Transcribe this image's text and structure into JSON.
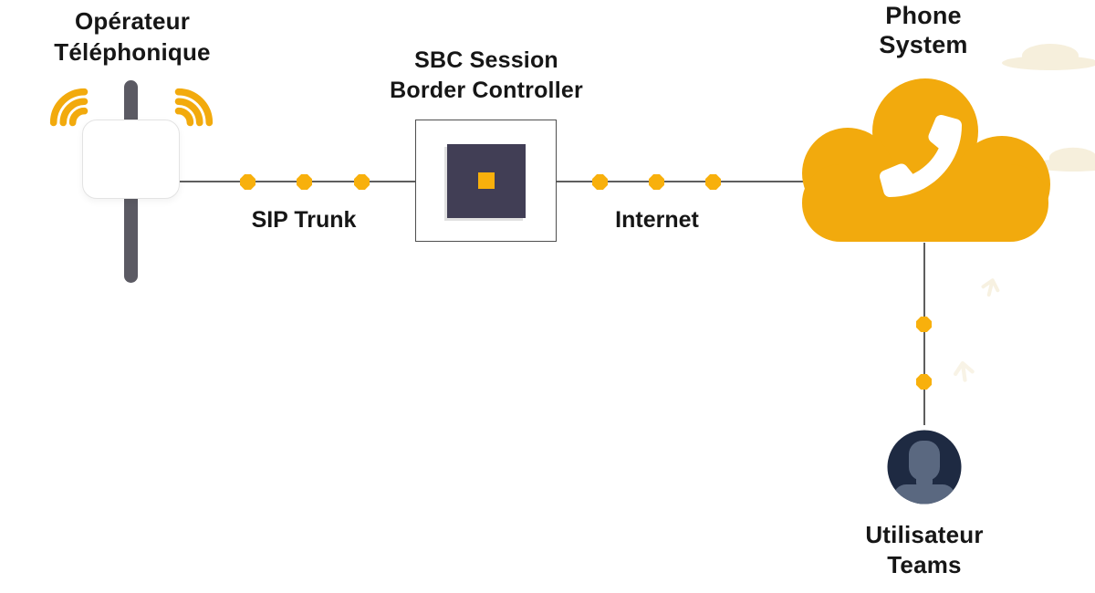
{
  "title": "SIP Trunk / SBC / Phone System diagram",
  "nodes": {
    "operator": {
      "line1": "Opérateur",
      "line2": "Téléphonique"
    },
    "sbc": {
      "line1": "SBC Session",
      "line2": "Border Controller"
    },
    "phone_system": {
      "line1": "Phone",
      "line2": "System"
    },
    "teams_user": {
      "line1": "Utilisateur",
      "line2": "Teams"
    }
  },
  "links": {
    "sip_trunk": {
      "label": "SIP Trunk"
    },
    "internet": {
      "label": "Internet"
    }
  },
  "icons": [
    "antenna-icon",
    "wifi-left-icon",
    "wifi-right-icon",
    "sbc-icon",
    "cloud-icon",
    "phone-handset-icon",
    "user-avatar-icon",
    "connection-dot",
    "background-cloud",
    "sparkle-icon"
  ],
  "colors": {
    "amber": "#F2AA0D",
    "dot-yellow": "#F8B00C",
    "dark-slate": "#413E55",
    "pole-gray": "#5B5A63",
    "line-gray": "#5E5E5E",
    "navy": "#1E2A42",
    "silhouette": "#5A6880",
    "cream": "#F6EFDC",
    "text": "#161616",
    "box-border": "#E3E3E3",
    "sbc-border": "#4F4F4F",
    "white": "#FFFFFF"
  }
}
